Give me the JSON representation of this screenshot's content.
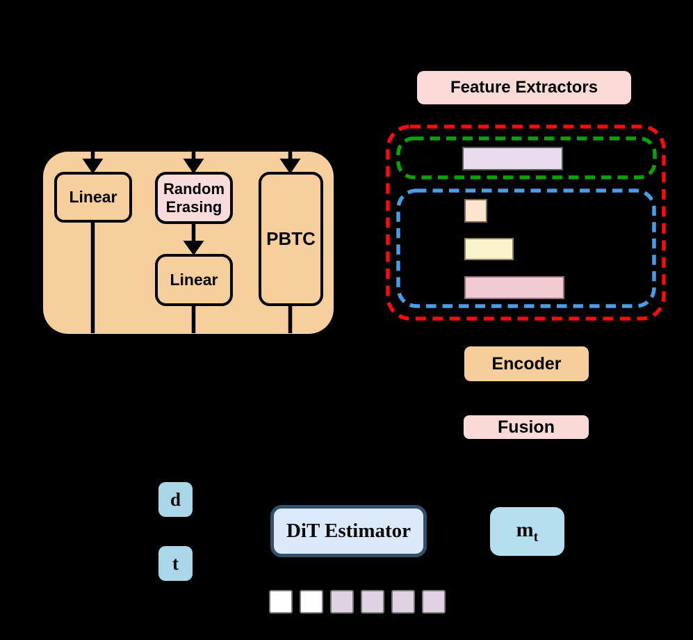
{
  "colors": {
    "background": "#000000",
    "preprocess_fill": "#F7CF9E",
    "pink_box": "#F9DCDB",
    "label_pink": "#FADBD8",
    "encoder_fill": "#F6CE9D",
    "fusion_fill": "#FADAD6",
    "input_fill": "#A9D6E8",
    "dit_fill": "#DCE9FA",
    "dit_border": "#33506A",
    "mt_fill": "#B5DEEF",
    "arrow_black": "#000000"
  },
  "preprocessing": {
    "linear_top_label": "Linear",
    "random_erasing_label": "Random Erasing",
    "linear_mid_label": "Linear",
    "pbtc_label": "PBTC"
  },
  "feature_extractors": {
    "title": "Feature Extractors",
    "outer_dash_color": "#F60D0D",
    "groups": [
      {
        "name": "group-green",
        "dash_color": "#0DA00D",
        "bars": [
          {
            "fill": "#E7DDEF",
            "border": "#5A5A5A",
            "width": 145,
            "height": 34
          }
        ]
      },
      {
        "name": "group-blue",
        "dash_color": "#4C9BE6",
        "bars": [
          {
            "fill": "#FBE4CD",
            "border": "#7D6A55",
            "width": 33,
            "height": 34
          },
          {
            "fill": "#FBF2CE",
            "border": "#8C8560",
            "width": 71,
            "height": 32
          },
          {
            "fill": "#F2CBD2",
            "border": "#96707C",
            "width": 144,
            "height": 33
          }
        ]
      }
    ]
  },
  "encoder": {
    "label": "Encoder"
  },
  "fusion": {
    "label": "Fusion"
  },
  "dit": {
    "label": "DiT Estimator"
  },
  "inputs": {
    "d_label": "d",
    "t_label": "t"
  },
  "mt": {
    "base": "m",
    "subscript": "t"
  },
  "tokens": {
    "border": "#777777",
    "squares": [
      "#FFFFFF",
      "#FFFFFF",
      "#DFD3E3",
      "#DFD3E3",
      "#DFD3E3",
      "#DFD3E3"
    ]
  }
}
